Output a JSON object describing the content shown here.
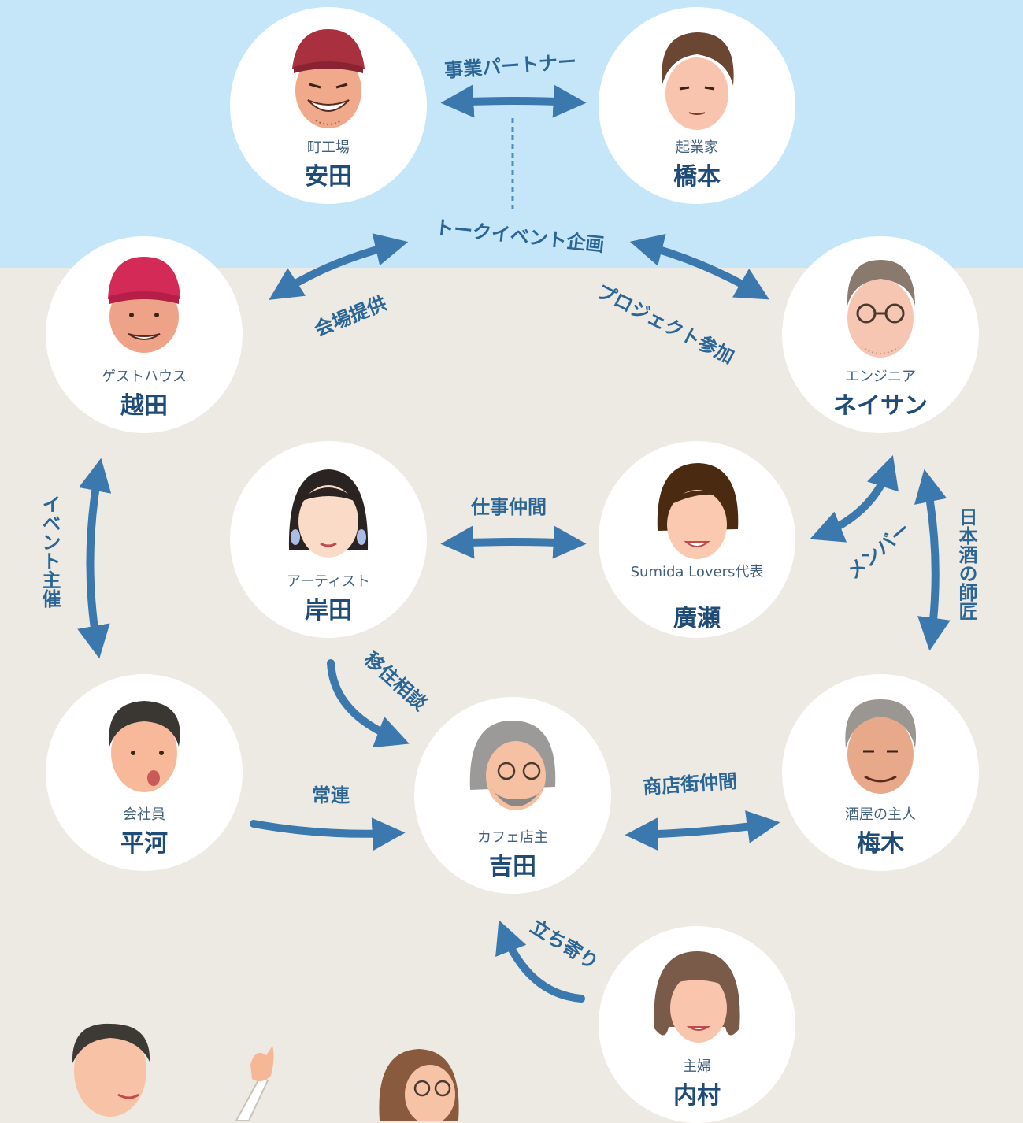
{
  "colors": {
    "sky": "#c4e6f8",
    "ground": "#ede9e3",
    "arrow": "#3b78ae",
    "label": "#2a6596",
    "name": "#1f4b77"
  },
  "nodes": [
    {
      "id": "yasuda",
      "role": "町工場",
      "name": "安田",
      "icon": "red-cap-man-face"
    },
    {
      "id": "hashimoto",
      "role": "起業家",
      "name": "橋本",
      "icon": "young-man-face"
    },
    {
      "id": "koshida",
      "role": "ゲストハウス",
      "name": "越田",
      "icon": "pink-cap-man-face"
    },
    {
      "id": "nathan",
      "role": "エンジニア",
      "name": "ネイサン",
      "icon": "glasses-beard-man-face"
    },
    {
      "id": "kishida",
      "role": "アーティスト",
      "name": "岸田",
      "icon": "woman-earrings-face"
    },
    {
      "id": "hirose",
      "role": "Sumida Lovers代表",
      "name": "廣瀬",
      "icon": "bob-hair-woman-face"
    },
    {
      "id": "hirakawa",
      "role": "会社員",
      "name": "平河",
      "icon": "surprised-man-face"
    },
    {
      "id": "yoshida",
      "role": "カフェ店主",
      "name": "吉田",
      "icon": "gray-hair-bearded-man-face"
    },
    {
      "id": "umeki",
      "role": "酒屋の主人",
      "name": "梅木",
      "icon": "elderly-man-face"
    },
    {
      "id": "uchimura",
      "role": "主婦",
      "name": "内村",
      "icon": "wavy-hair-woman-face"
    }
  ],
  "relations": [
    {
      "id": "business",
      "label": "事業パートナー",
      "from": "yasuda",
      "to": "hashimoto",
      "style": "double"
    },
    {
      "id": "talk",
      "label": "トークイベント企画"
    },
    {
      "id": "venue",
      "label": "会場提供",
      "from": "talk",
      "to": "koshida",
      "style": "double"
    },
    {
      "id": "project",
      "label": "プロジェクト参加",
      "from": "talk",
      "to": "nathan",
      "style": "double"
    },
    {
      "id": "event",
      "label": "イベント主催",
      "from": "koshida",
      "to": "hirakawa",
      "style": "double"
    },
    {
      "id": "work",
      "label": "仕事仲間",
      "from": "kishida",
      "to": "hirose",
      "style": "double"
    },
    {
      "id": "member",
      "label": "メンバー",
      "from": "hirose",
      "to": "nathan",
      "style": "double"
    },
    {
      "id": "sake",
      "label": "日本酒の師匠",
      "from": "nathan",
      "to": "umeki",
      "style": "double"
    },
    {
      "id": "relocation",
      "label": "移住相談",
      "from": "kishida",
      "to": "yoshida",
      "style": "single"
    },
    {
      "id": "regular",
      "label": "常連",
      "from": "hirakawa",
      "to": "yoshida",
      "style": "single"
    },
    {
      "id": "shopping",
      "label": "商店街仲間",
      "from": "yoshida",
      "to": "umeki",
      "style": "double"
    },
    {
      "id": "dropby",
      "label": "立ち寄り",
      "from": "uchimura",
      "to": "yoshida",
      "style": "single"
    }
  ],
  "sake_lines": [
    "日本酒の",
    "師匠"
  ],
  "bottom_figures": [
    "waving-man-figure",
    "glasses-woman-figure"
  ]
}
